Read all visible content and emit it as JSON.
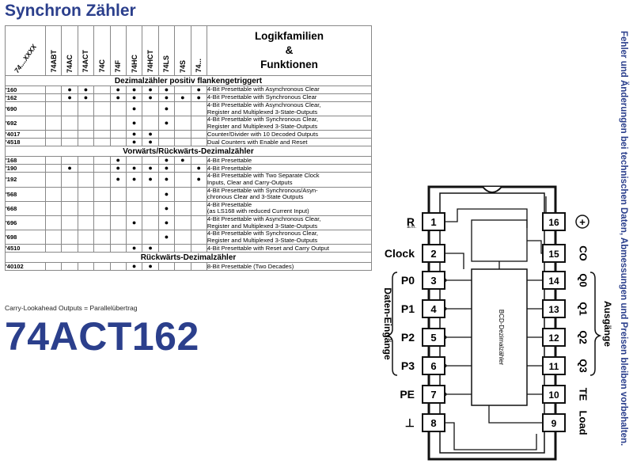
{
  "title": "Synchron Zähler",
  "part_number": "74ACT162",
  "side_note": "Fehler und Änderungen bei technischen Daten, Abmessungen und Preisen bleiben vorbehalten.",
  "footnote": "Carry-Lookahead Outputs = Parallelübertrag",
  "table": {
    "corner_label": "74....XXXX",
    "families": [
      "74ABT",
      "74AC",
      "74ACT",
      "74C",
      "74F",
      "74HC",
      "74HCT",
      "74LS",
      "74S",
      "74..."
    ],
    "func_header": [
      "Logikfamilien",
      "&",
      "Funktionen"
    ],
    "sections": [
      {
        "title": "Dezimalzähler positiv flankengetriggert",
        "rows": [
          {
            "num": "'160",
            "dots": [
              0,
              1,
              1,
              0,
              1,
              1,
              1,
              1,
              0,
              1
            ],
            "desc": [
              "4-Bit Presettable with Asynchronous Clear"
            ]
          },
          {
            "num": "'162",
            "dots": [
              0,
              1,
              1,
              0,
              1,
              1,
              1,
              1,
              1,
              1
            ],
            "desc": [
              "4-Bit Presettable with Synchronous Clear"
            ]
          },
          {
            "num": "'690",
            "dots": [
              0,
              0,
              0,
              0,
              0,
              1,
              0,
              1,
              0,
              0
            ],
            "desc": [
              "4-Bit Presettable with Asynchronous Clear,",
              "Register and Multiplexed 3-State-Outputs"
            ]
          },
          {
            "num": "'692",
            "dots": [
              0,
              0,
              0,
              0,
              0,
              1,
              0,
              1,
              0,
              0
            ],
            "desc": [
              "4-Bit Presettable with Synchronous Clear,",
              "Register and Multiplexed 3-State-Outputs"
            ]
          },
          {
            "num": "'4017",
            "dots": [
              0,
              0,
              0,
              0,
              0,
              1,
              1,
              0,
              0,
              0
            ],
            "desc": [
              "Counter/Divider with 10 Decoded Outputs"
            ]
          },
          {
            "num": "'4518",
            "dots": [
              0,
              0,
              0,
              0,
              0,
              1,
              1,
              0,
              0,
              0
            ],
            "desc": [
              "Dual Counters with Enable and Reset"
            ]
          }
        ]
      },
      {
        "title": "Vorwärts/Rückwärts-Dezimalzähler",
        "rows": [
          {
            "num": "'168",
            "dots": [
              0,
              0,
              0,
              0,
              1,
              0,
              0,
              1,
              1,
              0
            ],
            "desc": [
              "4-Bit Presettable"
            ]
          },
          {
            "num": "'190",
            "dots": [
              0,
              1,
              0,
              0,
              1,
              1,
              1,
              1,
              0,
              1
            ],
            "desc": [
              "4-Bit Presettable"
            ]
          },
          {
            "num": "'192",
            "dots": [
              0,
              0,
              0,
              0,
              1,
              1,
              1,
              1,
              0,
              1
            ],
            "desc": [
              "4-Bit Presettable with Two Separate Clock",
              "Inputs, Clear and Carry-Outputs"
            ]
          },
          {
            "num": "'568",
            "dots": [
              0,
              0,
              0,
              0,
              0,
              0,
              0,
              1,
              0,
              0
            ],
            "desc": [
              "4-Bit Presettable with Synchronous/Asyn-",
              "chronous Clear and 3-State Outputs"
            ]
          },
          {
            "num": "'668",
            "dots": [
              0,
              0,
              0,
              0,
              0,
              0,
              0,
              1,
              0,
              0
            ],
            "desc": [
              "4-Bit Presettable",
              "(as LS168 with reduced Current Input)"
            ]
          },
          {
            "num": "'696",
            "dots": [
              0,
              0,
              0,
              0,
              0,
              1,
              0,
              1,
              0,
              0
            ],
            "desc": [
              "4-Bit Presettable with Asynchronous Clear,",
              "Register and Multiplexed 3-State-Outputs"
            ]
          },
          {
            "num": "'698",
            "dots": [
              0,
              0,
              0,
              0,
              0,
              0,
              0,
              1,
              0,
              0
            ],
            "desc": [
              "4-Bit Presettable with Synchronous Clear,",
              "Register and Multiplexed 3-State-Outputs"
            ]
          },
          {
            "num": "'4510",
            "dots": [
              0,
              0,
              0,
              0,
              0,
              1,
              1,
              0,
              0,
              0
            ],
            "desc": [
              "4-Bit Presettable with Reset and Carry Output"
            ]
          }
        ]
      },
      {
        "title": "Rückwärts-Dezimalzähler",
        "rows": [
          {
            "num": "'40102",
            "dots": [
              0,
              0,
              0,
              0,
              0,
              1,
              1,
              0,
              0,
              0
            ],
            "desc": [
              "8-Bit Presettable (Two Decades)"
            ]
          }
        ]
      }
    ]
  },
  "diagram": {
    "chip_label": "BCD-Dezimalzähler",
    "left_pins": [
      {
        "n": "1",
        "label": "R",
        "sub": "a.m."
      },
      {
        "n": "2",
        "label": "Clock"
      },
      {
        "n": "3",
        "label": "P0"
      },
      {
        "n": "4",
        "label": "P1"
      },
      {
        "n": "5",
        "label": "P2"
      },
      {
        "n": "6",
        "label": "P3"
      },
      {
        "n": "7",
        "label": "PE"
      },
      {
        "n": "8",
        "label": "⊥"
      }
    ],
    "right_pins": [
      {
        "n": "16",
        "label": "+"
      },
      {
        "n": "15",
        "label": "CO"
      },
      {
        "n": "14",
        "label": "Q0"
      },
      {
        "n": "13",
        "label": "Q1"
      },
      {
        "n": "12",
        "label": "Q2"
      },
      {
        "n": "11",
        "label": "Q3"
      },
      {
        "n": "10",
        "label": "TE"
      },
      {
        "n": "9",
        "label": "Load"
      }
    ],
    "left_group_label": "Daten-Eingänge",
    "right_group_label": "Ausgänge"
  }
}
